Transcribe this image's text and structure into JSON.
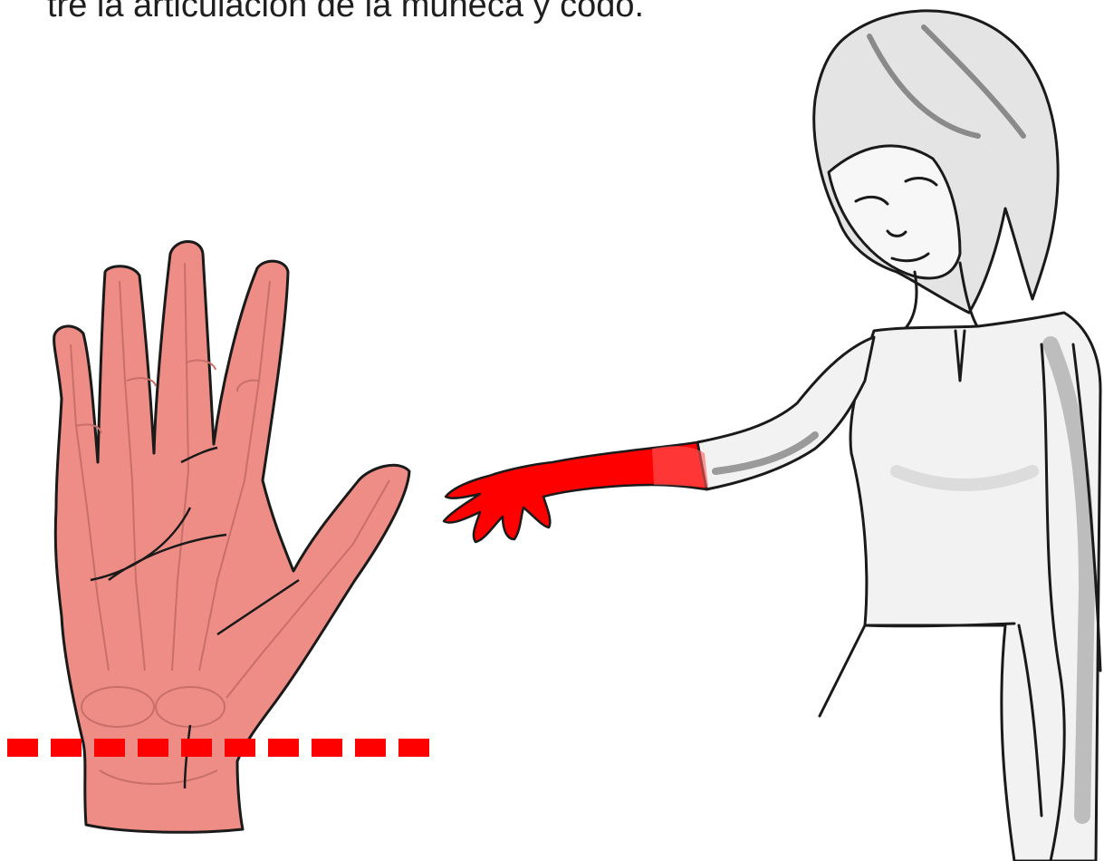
{
  "caption": {
    "text": "tre la articulación de la muñeca y codo."
  },
  "colors": {
    "highlight": "#ff0000",
    "hand_fill": "#ee8c86",
    "bone_line": "#c87068",
    "ink": "#1a1a1a",
    "shade": "#bdbdbd"
  },
  "illustration": {
    "hand": "palm-open-with-bones",
    "marker": "dashed-red-line-wrist",
    "figure": "woman-with-highlighted-forearm"
  }
}
